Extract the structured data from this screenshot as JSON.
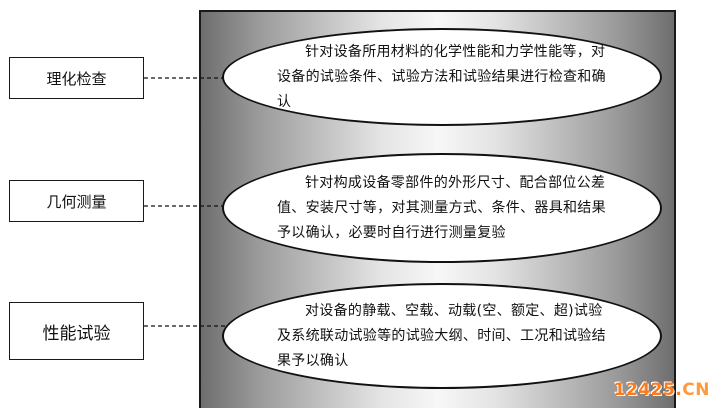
{
  "diagram": {
    "rows": [
      {
        "label": "理化检查",
        "description": "针对设备所用材料的化学性能和力学性能等，对设备的试验条件、试验方法和试验结果进行检查和确认"
      },
      {
        "label": "几何测量",
        "description": "针对构成设备零部件的外形尺寸、配合部位公差值、安装尺寸等，对其测量方式、条件、器具和结果予以确认，必要时自行进行测量复验"
      },
      {
        "label": "性能试验",
        "description": "对设备的静载、空载、动载(空、额定、超)试验及系统联动试验等的试验大纲、时间、工况和试验结果予以确认"
      }
    ]
  },
  "watermark": {
    "number": "12425",
    "dot": ".",
    "tld": "CN"
  },
  "colors": {
    "line": "#111111",
    "watermark": "#ff7a1a"
  }
}
